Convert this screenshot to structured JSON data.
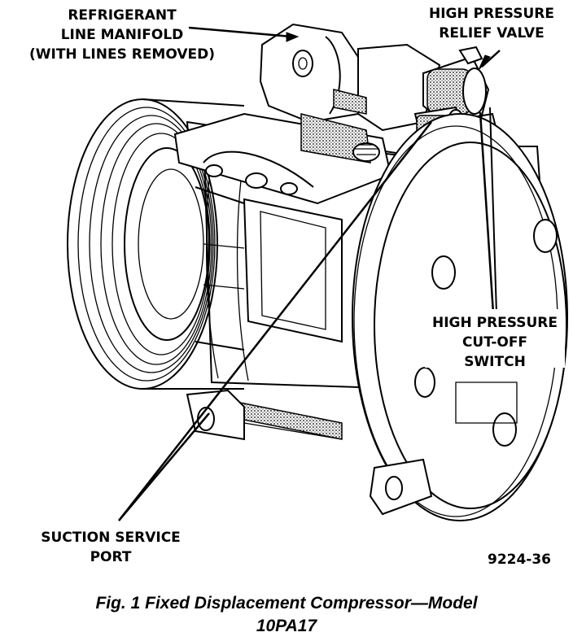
{
  "callouts": {
    "manifold": [
      "REFRIGERANT",
      "LINE MANIFOLD",
      "(WITH LINES REMOVED)"
    ],
    "relief_valve": [
      "HIGH PRESSURE",
      "RELIEF VALVE"
    ],
    "cutoff_switch": [
      "HIGH PRESSURE",
      "CUT-OFF",
      "SWITCH"
    ],
    "suction_port": [
      "SUCTION SERVICE",
      "PORT"
    ]
  },
  "figure_code": "9224-36",
  "caption": [
    "Fig. 1 Fixed Displacement Compressor—Model",
    "10PA17"
  ]
}
